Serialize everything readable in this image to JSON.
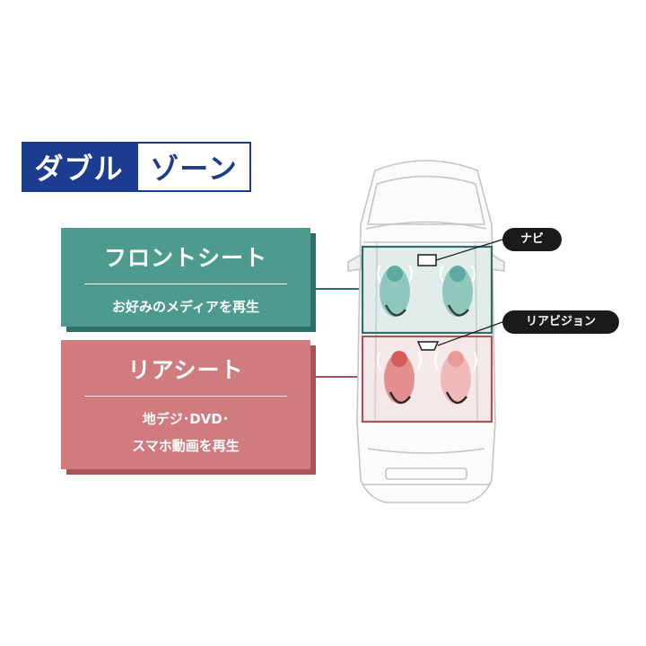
{
  "title": {
    "left": "ダブル",
    "right": "ゾーン"
  },
  "front_zone": {
    "heading": "フロントシート",
    "description": "お好みのメディアを再生"
  },
  "rear_zone": {
    "heading": "リアシート",
    "description_line1": "地デジ･DVD･",
    "description_line2": "スマホ動画を再生"
  },
  "callouts": {
    "navi": "ナビ",
    "rear_vision": "リアビジョン"
  },
  "colors": {
    "title_blue": "#1c3d8f",
    "front_teal": "#4d9b8f",
    "rear_red": "#d07b7d"
  }
}
